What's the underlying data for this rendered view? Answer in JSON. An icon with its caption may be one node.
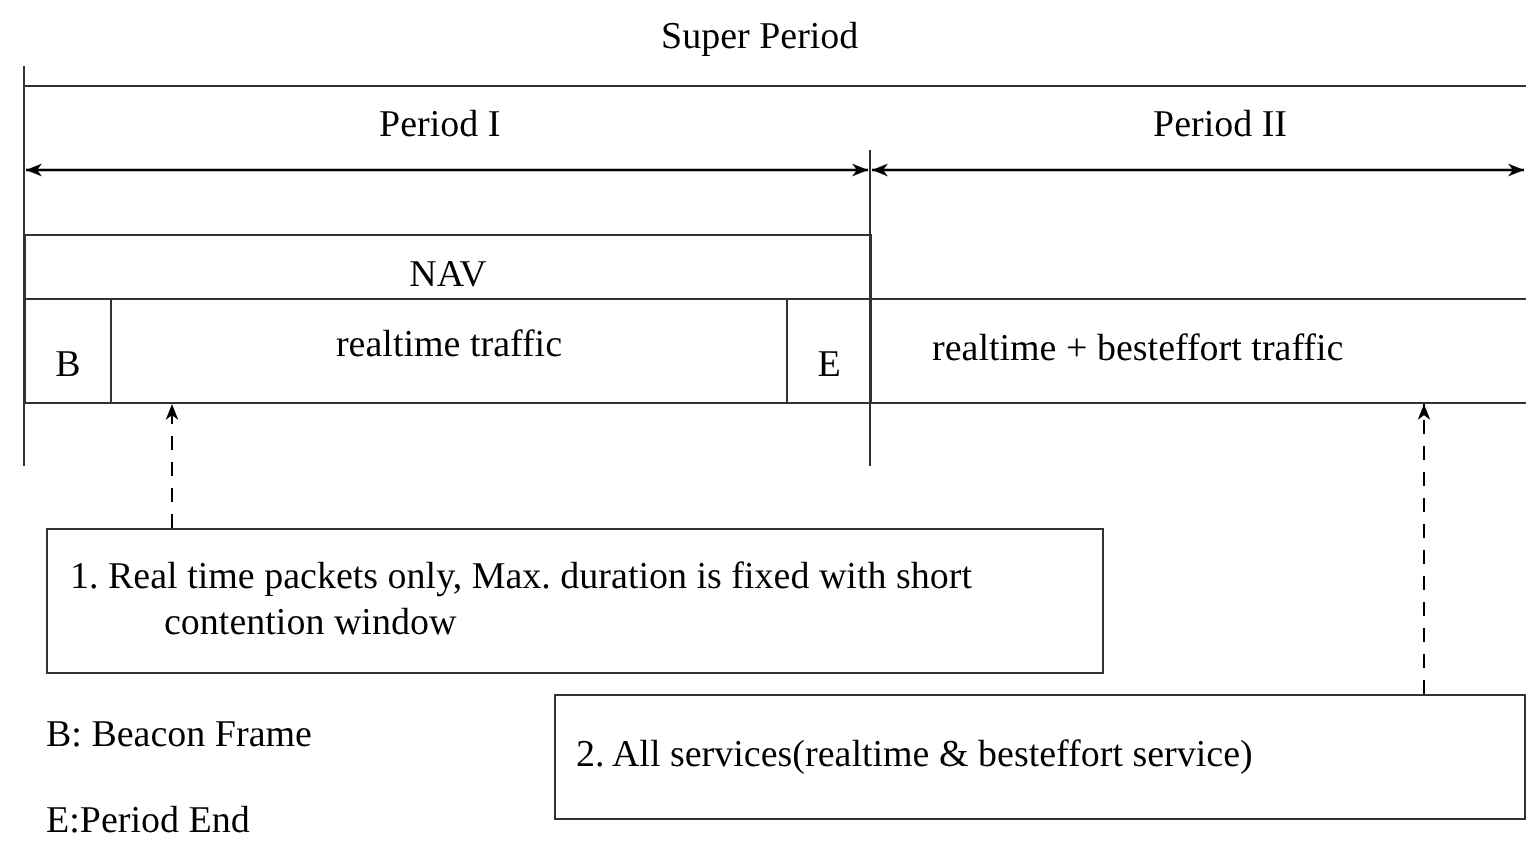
{
  "diagram": {
    "nodes": [
      {
        "text": [
          "NAV"
        ]
      },
      {
        "text": [
          "B"
        ]
      },
      {
        "text": [
          "realtime traffic"
        ]
      },
      {
        "text": [
          "E"
        ]
      },
      {
        "text": [
          "realtime + besteffort traffic"
        ]
      },
      {
        "text": [
          "1. Real time packets only, Max. duration is fixed with short contention window"
        ]
      },
      {
        "text": [
          "2. All services(realtime & besteffort service)"
        ]
      }
    ],
    "edges": [
      {
        "from": 5,
        "to": 2,
        "arrow": "to",
        "style": "dashed"
      },
      {
        "from": 6,
        "to": 4,
        "arrow": "to",
        "style": "dashed"
      }
    ],
    "labels": [
      "Super Period",
      "Period I",
      "Period II",
      "B: Beacon Frame",
      "E:Period End"
    ]
  }
}
